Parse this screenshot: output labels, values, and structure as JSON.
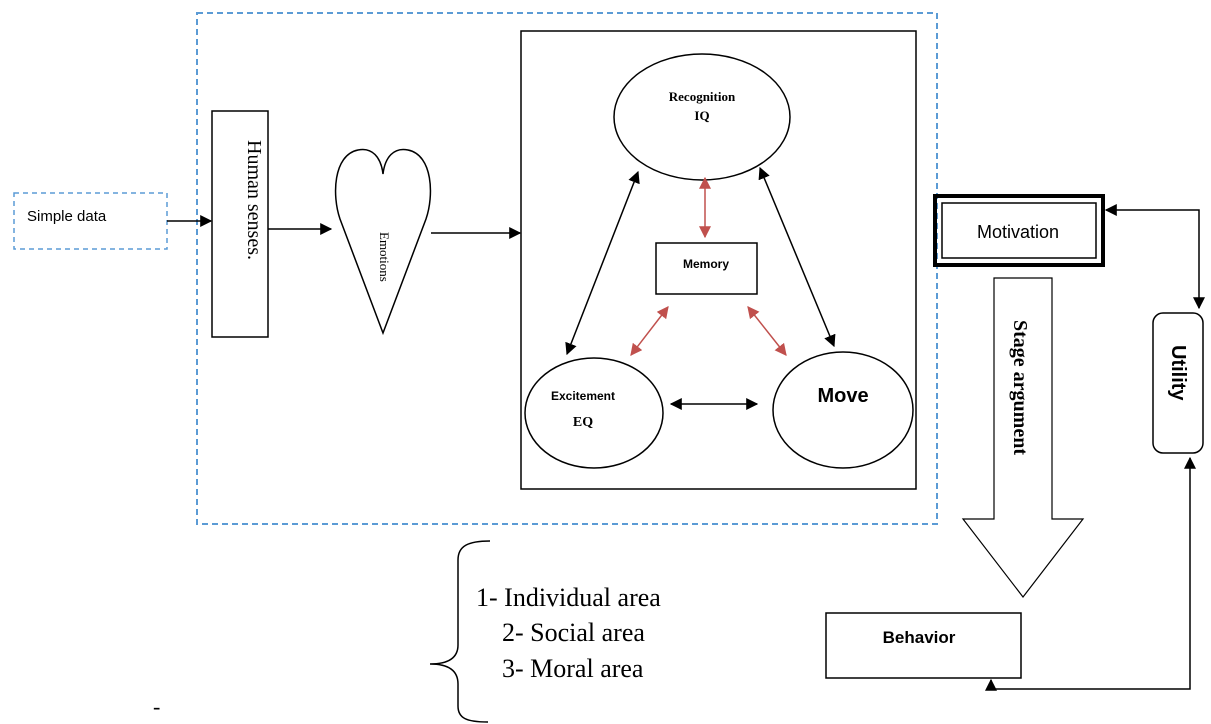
{
  "nodes": {
    "simple_data": "Simple data",
    "human_senses": "Human senses.",
    "emotions": "Emotions",
    "recognition_line1": "Recognition",
    "recognition_line2": "IQ",
    "memory": "Memory",
    "excitement_line1": "Excitement",
    "excitement_line2": "EQ",
    "move": "Move",
    "motivation": "Motivation",
    "stage_argument": "Stage argument",
    "utility": "Utility",
    "behavior": "Behavior"
  },
  "areas": {
    "item1": "1- Individual area",
    "item2": "2- Social area",
    "item3": "3- Moral area"
  },
  "stray_mark": "-",
  "colors": {
    "dashed_border": "#5b9bd5",
    "memory_arrows": "#c0504d",
    "lines": "#000000"
  }
}
